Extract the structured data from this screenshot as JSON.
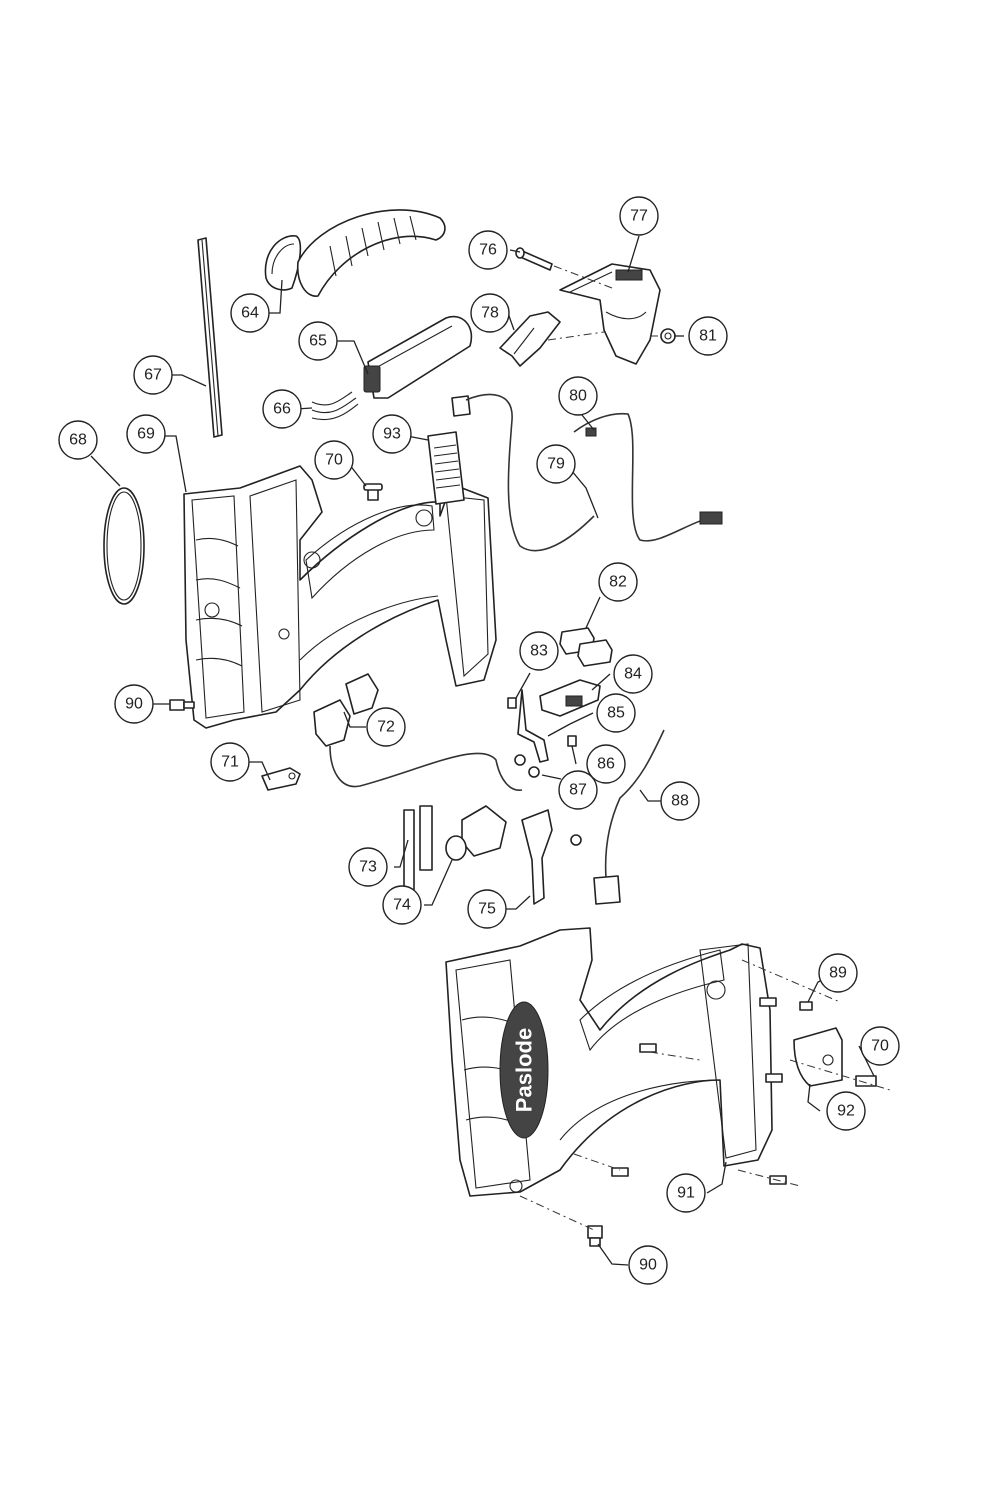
{
  "brand_text": "Paslode",
  "callouts": [
    {
      "id": "64",
      "label": "64"
    },
    {
      "id": "65",
      "label": "65"
    },
    {
      "id": "66",
      "label": "66"
    },
    {
      "id": "67",
      "label": "67"
    },
    {
      "id": "68",
      "label": "68"
    },
    {
      "id": "69",
      "label": "69"
    },
    {
      "id": "70a",
      "label": "70"
    },
    {
      "id": "70b",
      "label": "70"
    },
    {
      "id": "71",
      "label": "71"
    },
    {
      "id": "72",
      "label": "72"
    },
    {
      "id": "73",
      "label": "73"
    },
    {
      "id": "74",
      "label": "74"
    },
    {
      "id": "75",
      "label": "75"
    },
    {
      "id": "76",
      "label": "76"
    },
    {
      "id": "77",
      "label": "77"
    },
    {
      "id": "78",
      "label": "78"
    },
    {
      "id": "79",
      "label": "79"
    },
    {
      "id": "80",
      "label": "80"
    },
    {
      "id": "81",
      "label": "81"
    },
    {
      "id": "82",
      "label": "82"
    },
    {
      "id": "83",
      "label": "83"
    },
    {
      "id": "84",
      "label": "84"
    },
    {
      "id": "85",
      "label": "85"
    },
    {
      "id": "86",
      "label": "86"
    },
    {
      "id": "87",
      "label": "87"
    },
    {
      "id": "88",
      "label": "88"
    },
    {
      "id": "89",
      "label": "89"
    },
    {
      "id": "90a",
      "label": "90"
    },
    {
      "id": "90b",
      "label": "90"
    },
    {
      "id": "91",
      "label": "91"
    },
    {
      "id": "92",
      "label": "92"
    },
    {
      "id": "93",
      "label": "93"
    }
  ]
}
